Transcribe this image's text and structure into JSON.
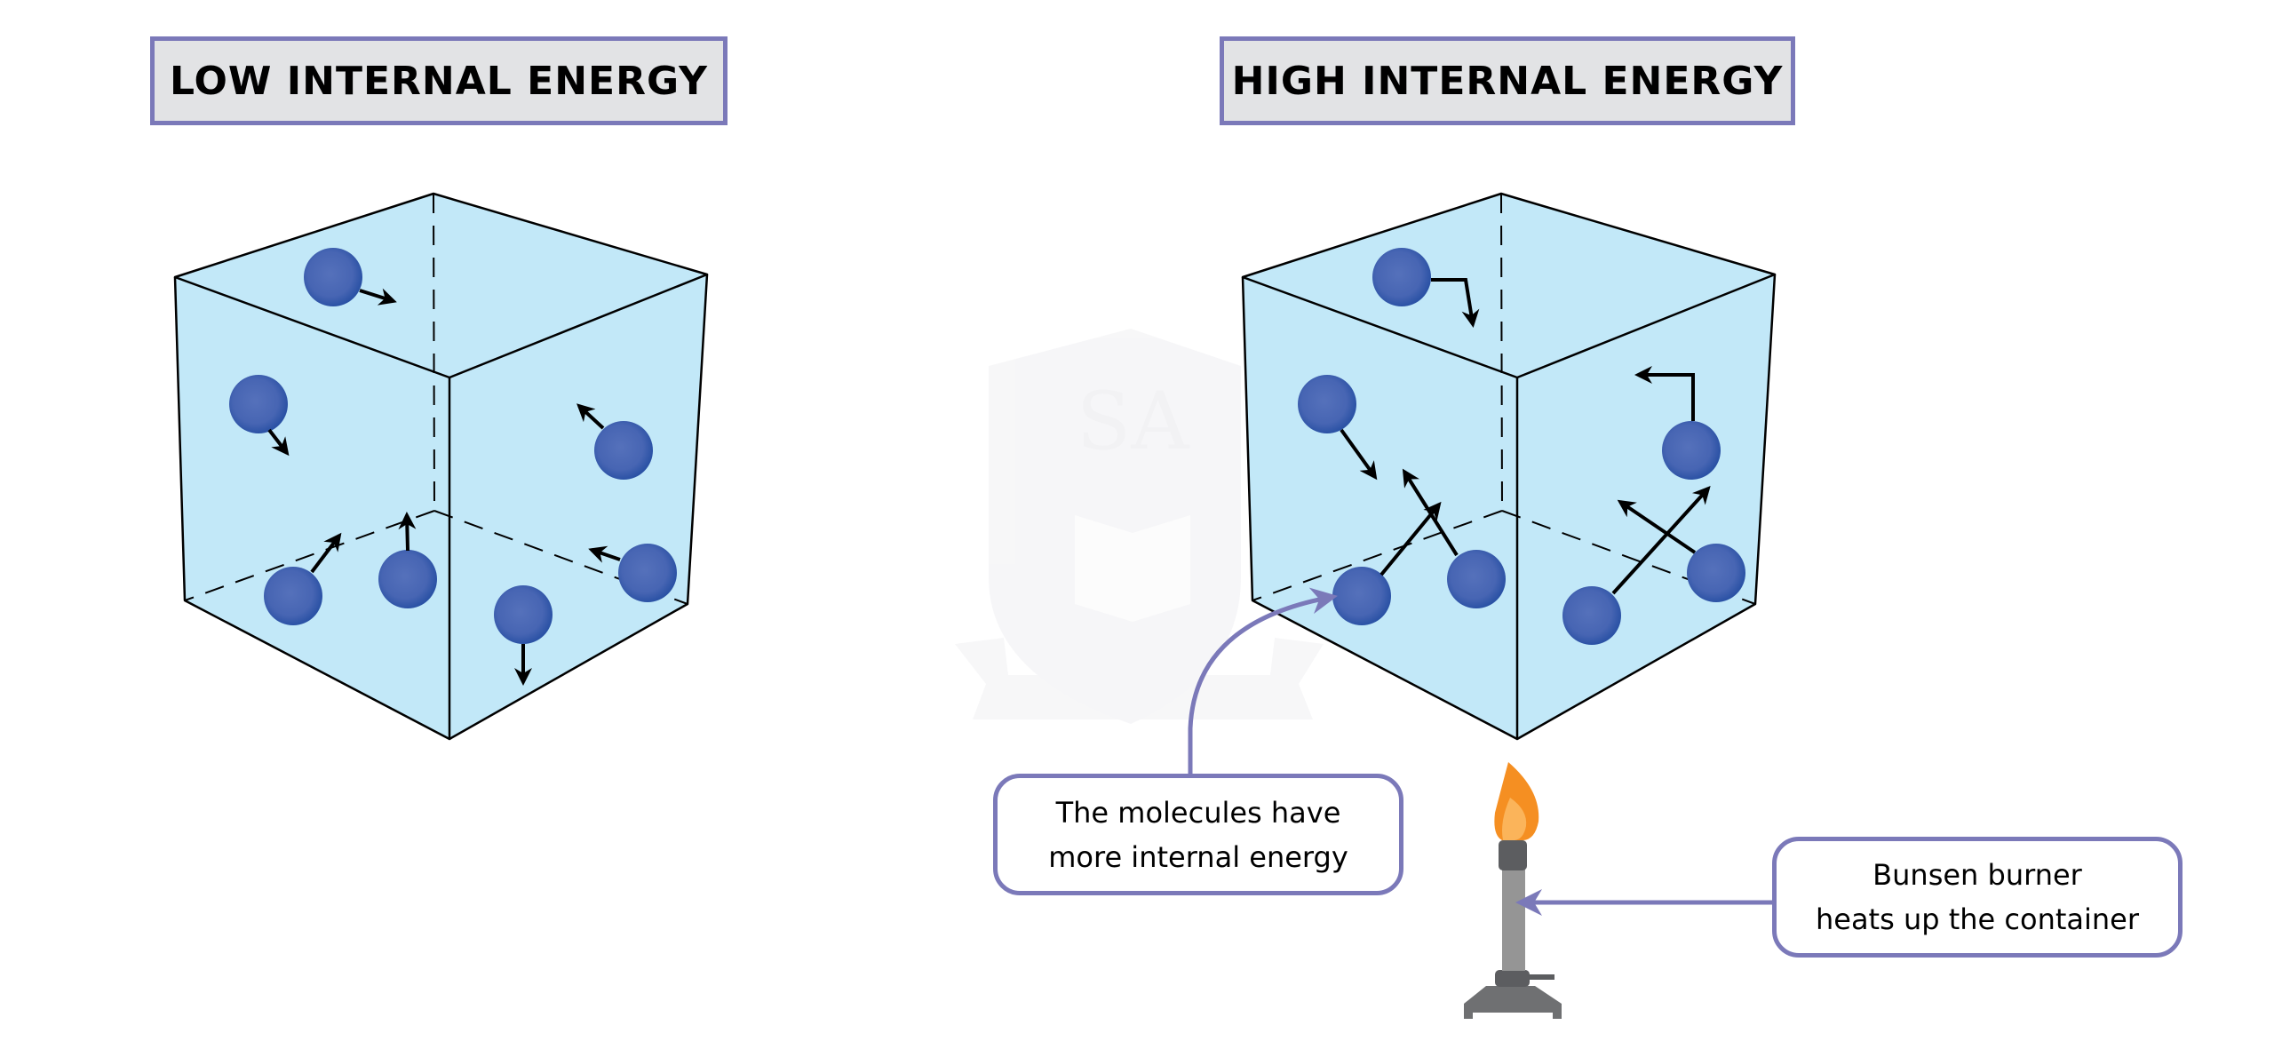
{
  "titles": {
    "low": "LOW INTERNAL ENERGY",
    "high": "HIGH INTERNAL ENERGY"
  },
  "callouts": {
    "molecules": [
      "The molecules have",
      "more internal energy"
    ],
    "bunsen": [
      "Bunsen burner",
      "heats up the container"
    ]
  },
  "watermark": {
    "letters": "SA"
  },
  "colors": {
    "accent": "#7b79b9",
    "title_bg": "#e2e3e5",
    "container_fill": "#c2e8f8",
    "molecule_center": "#5571bb",
    "molecule_edge": "#2b52a5",
    "flame_outer": "#f58f22",
    "flame_inner": "#fbb45a",
    "burner_dark": "#5c5d60",
    "burner_tube": "#959595",
    "burner_base": "#6f7072"
  },
  "containers": [
    {
      "id": "low",
      "molecule_count": 7,
      "arrow_style": "short"
    },
    {
      "id": "high",
      "molecule_count": 7,
      "arrow_style": "long"
    }
  ]
}
